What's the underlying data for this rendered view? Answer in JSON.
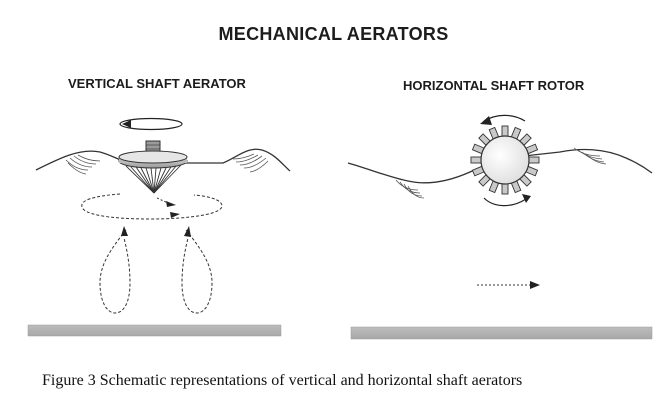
{
  "title": "MECHANICAL AERATORS",
  "panels": {
    "vertical": {
      "title": "VERTICAL SHAFT AERATOR"
    },
    "horizontal": {
      "title": "HORIZONTAL SHAFT ROTOR"
    }
  },
  "caption": "Figure 3 Schematic representations of vertical and horizontal shaft aerators"
}
